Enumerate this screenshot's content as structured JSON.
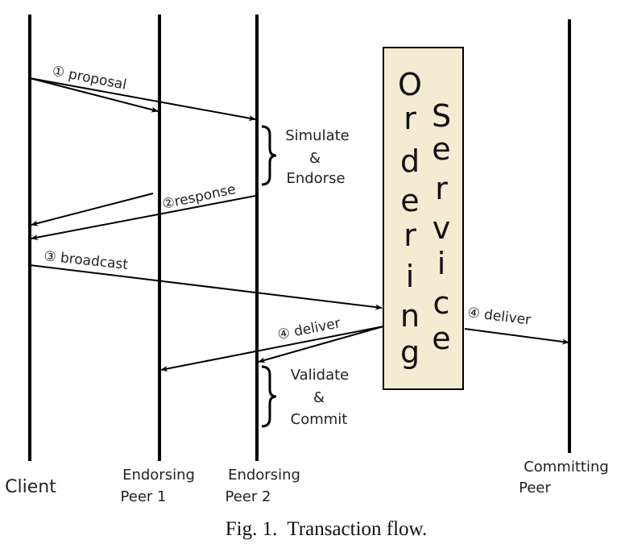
{
  "participants": {
    "client": "Client",
    "endorser1_line1": "Endorsing",
    "endorser1_line2": "Peer 1",
    "endorser2_line1": "Endorsing",
    "endorser2_line2": "Peer 2",
    "committer_line1": "Committing",
    "committer_line2": "Peer"
  },
  "ordering_service": {
    "word1": [
      "O",
      "r",
      "d",
      "e",
      "r",
      "i",
      "n",
      "g"
    ],
    "word2": [
      "S",
      "e",
      "r",
      "v",
      "i",
      "c",
      "e"
    ],
    "fill": "#f3ecd3"
  },
  "messages": {
    "proposal": "① proposal",
    "response": "②response",
    "broadcast": "③ broadcast",
    "deliver_left": "④ deliver",
    "deliver_right": "④ deliver"
  },
  "annotations": {
    "simulate_line1": "Simulate",
    "simulate_line2": "&",
    "simulate_line3": "Endorse",
    "validate_line1": "Validate",
    "validate_line2": "&",
    "validate_line3": "Commit"
  },
  "caption": "Fig. 1.  Transaction flow."
}
